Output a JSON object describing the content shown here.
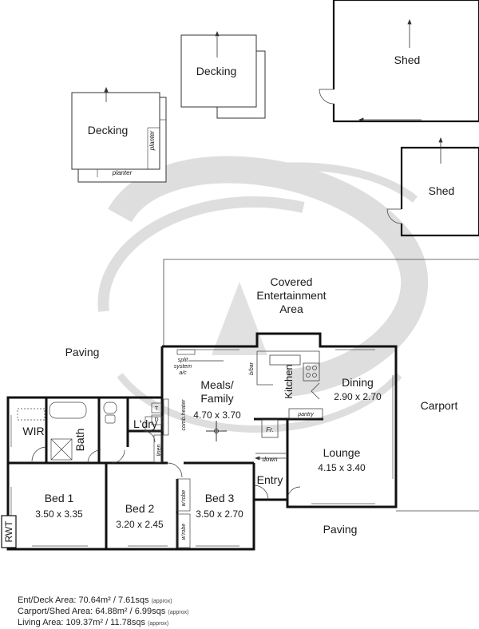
{
  "rooms": {
    "decking_a": "Decking",
    "decking_b": "Decking",
    "shed_a": "Shed",
    "shed_b": "Shed",
    "planter_side": "planter",
    "planter_bottom": "planter",
    "covered_1": "Covered",
    "covered_2": "Entertainment",
    "covered_3": "Area",
    "paving_left": "Paving",
    "paving_bottom": "Paving",
    "carport": "Carport",
    "meals_1": "Meals/",
    "meals_2": "Family",
    "meals_dim": "4.70 x 3.70",
    "kitchen": "Kitchen",
    "dining": "Dining",
    "dining_dim": "2.90 x 2.70",
    "lounge": "Lounge",
    "lounge_dim": "4.15 x 3.40",
    "wir": "WIR",
    "bath": "Bath",
    "ldry": "L'dry",
    "bed1": "Bed 1",
    "bed1_dim": "3.50 x 3.35",
    "bed2": "Bed 2",
    "bed2_dim": "3.20 x 2.45",
    "bed3": "Bed 3",
    "bed3_dim": "3.50 x 2.70",
    "entry": "Entry",
    "rwt": "RWT"
  },
  "notes": {
    "split_1": "split",
    "split_2": "system",
    "split_3": "a/c",
    "bbar": "b/bar",
    "pantry": "pantry",
    "fr": "Fr.",
    "comb_heater": "comb.heater",
    "down": "down",
    "linen": "linen",
    "wrobe_1": "w'robe",
    "wrobe_2": "w'robe",
    "t": "T",
    "d": "D"
  },
  "areas": [
    {
      "label": "Ent/Deck Area: ",
      "value": "70.64m² / 7.61sqs",
      "approx": "(approx)"
    },
    {
      "label": "Carport/Shed Area: ",
      "value": "64.88m² / 6.99sqs",
      "approx": "(approx)"
    },
    {
      "label": "Living Area: ",
      "value": "109.37m² / 11.78sqs",
      "approx": "(approx)"
    }
  ]
}
